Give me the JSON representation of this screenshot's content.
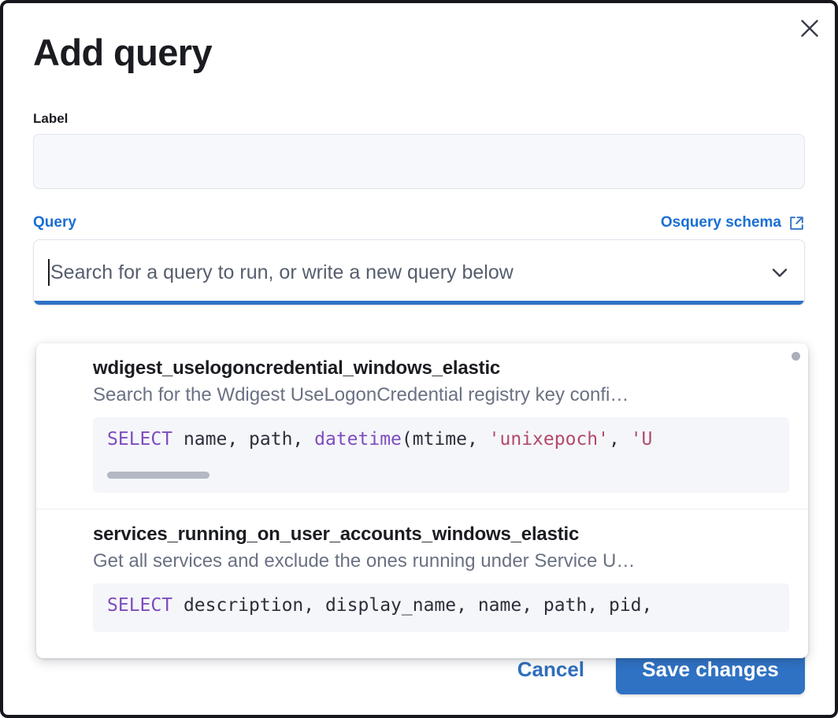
{
  "modal": {
    "title": "Add query",
    "close_icon": "close-icon"
  },
  "label_field": {
    "label": "Label",
    "value": "",
    "placeholder": ""
  },
  "query_field": {
    "label": "Query",
    "schema_link_text": "Osquery schema",
    "schema_link_icon": "external-link-icon",
    "combo_placeholder": "Search for a query to run, or write a new query below",
    "combo_value": "",
    "chevron_icon": "chevron-down-icon"
  },
  "dropdown": {
    "items": [
      {
        "title": "wdigest_uselogoncredential_windows_elastic",
        "description": "Search for the Wdigest UseLogonCredential registry key confi…",
        "code_tokens": [
          {
            "text": "SELECT",
            "type": "keyword"
          },
          {
            "text": " name, path, ",
            "type": "plain"
          },
          {
            "text": "datetime",
            "type": "function"
          },
          {
            "text": "(mtime, ",
            "type": "plain"
          },
          {
            "text": "'unixepoch'",
            "type": "string"
          },
          {
            "text": ", ",
            "type": "plain"
          },
          {
            "text": "'U",
            "type": "string"
          }
        ],
        "has_scrollbar": true
      },
      {
        "title": "services_running_on_user_accounts_windows_elastic",
        "description": "Get all services and exclude the ones running under Service U…",
        "code_tokens": [
          {
            "text": "SELECT",
            "type": "keyword"
          },
          {
            "text": " description, display_name, name, path, pid,",
            "type": "plain"
          }
        ],
        "has_scrollbar": false
      }
    ]
  },
  "footer": {
    "cancel_label": "Cancel",
    "save_label": "Save changes"
  },
  "colors": {
    "accent_blue": "#2f72c4",
    "link_blue": "#1a6fd4",
    "keyword_purple": "#7d4dbd",
    "string_crimson": "#b24a68",
    "text_dark": "#1a1c21",
    "text_muted": "#6a7183"
  }
}
